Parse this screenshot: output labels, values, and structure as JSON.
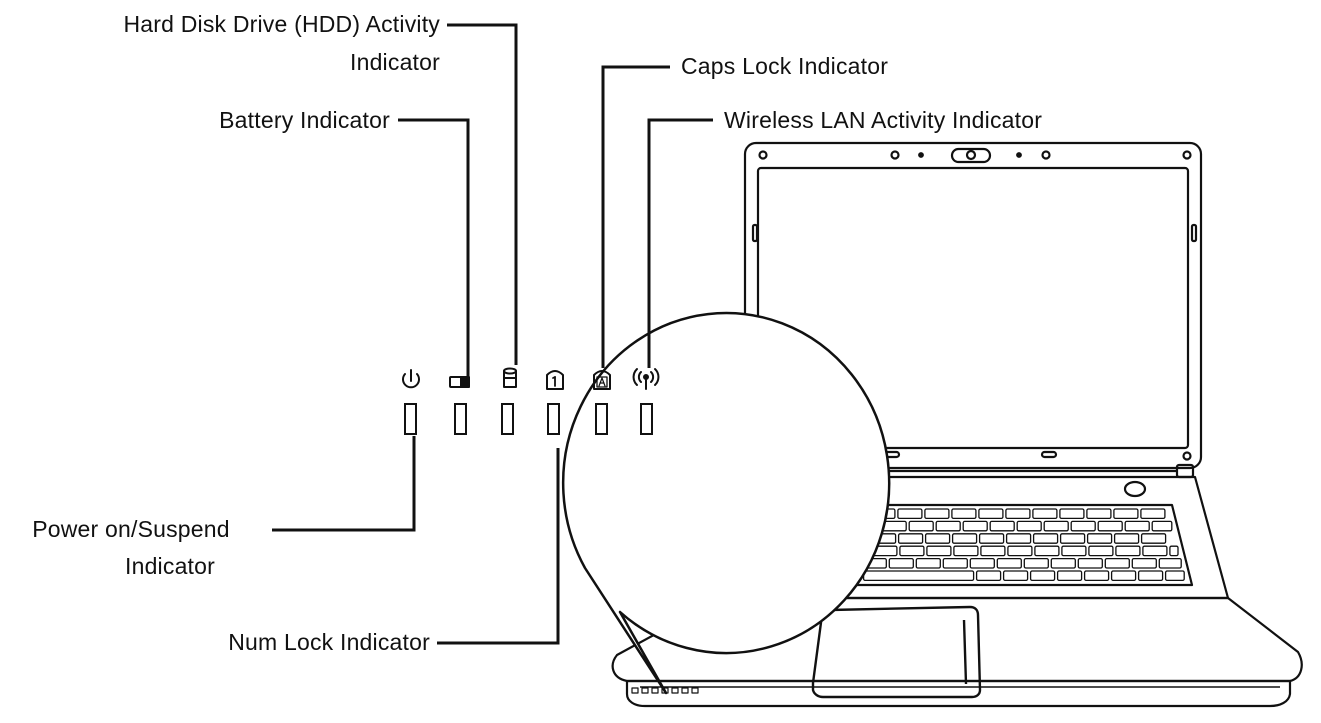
{
  "labels": {
    "hdd_line1": "Hard Disk Drive (HDD) Activity",
    "hdd_line2": "Indicator",
    "caps": "Caps Lock Indicator",
    "battery": "Battery Indicator",
    "wireless": "Wireless LAN Activity Indicator",
    "power_line1": "Power on/Suspend",
    "power_line2": "Indicator",
    "numlock": "Num Lock Indicator"
  },
  "icons": [
    "power-icon",
    "battery-icon",
    "hdd-icon",
    "num-lock-icon",
    "caps-lock-icon",
    "wireless-icon"
  ],
  "colors": {
    "line": "#111111",
    "background": "#ffffff"
  }
}
